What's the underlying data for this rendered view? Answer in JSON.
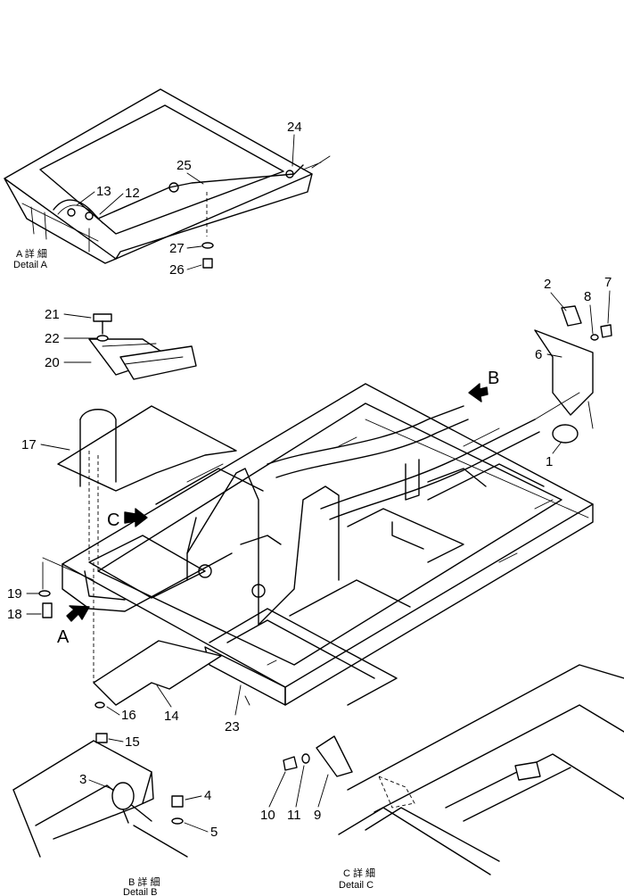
{
  "part_numbers": {
    "p1": "1",
    "p2": "2",
    "p3": "3",
    "p4": "4",
    "p5": "5",
    "p6": "6",
    "p7": "7",
    "p8": "8",
    "p9": "9",
    "p10": "10",
    "p11": "11",
    "p12": "12",
    "p13": "13",
    "p14": "14",
    "p15": "15",
    "p16": "16",
    "p17": "17",
    "p18": "18",
    "p19": "19",
    "p20": "20",
    "p21": "21",
    "p22": "22",
    "p23": "23",
    "p24": "24",
    "p25": "25",
    "p26": "26",
    "p27": "27"
  },
  "view_arrows": {
    "a": "A",
    "b": "B",
    "c": "C"
  },
  "details": {
    "a_jp": "A 詳 細",
    "a_en": "Detail A",
    "b_jp": "B 詳 細",
    "b_en": "Detail B",
    "c_jp": "C 詳 細",
    "c_en": "Detail C"
  }
}
